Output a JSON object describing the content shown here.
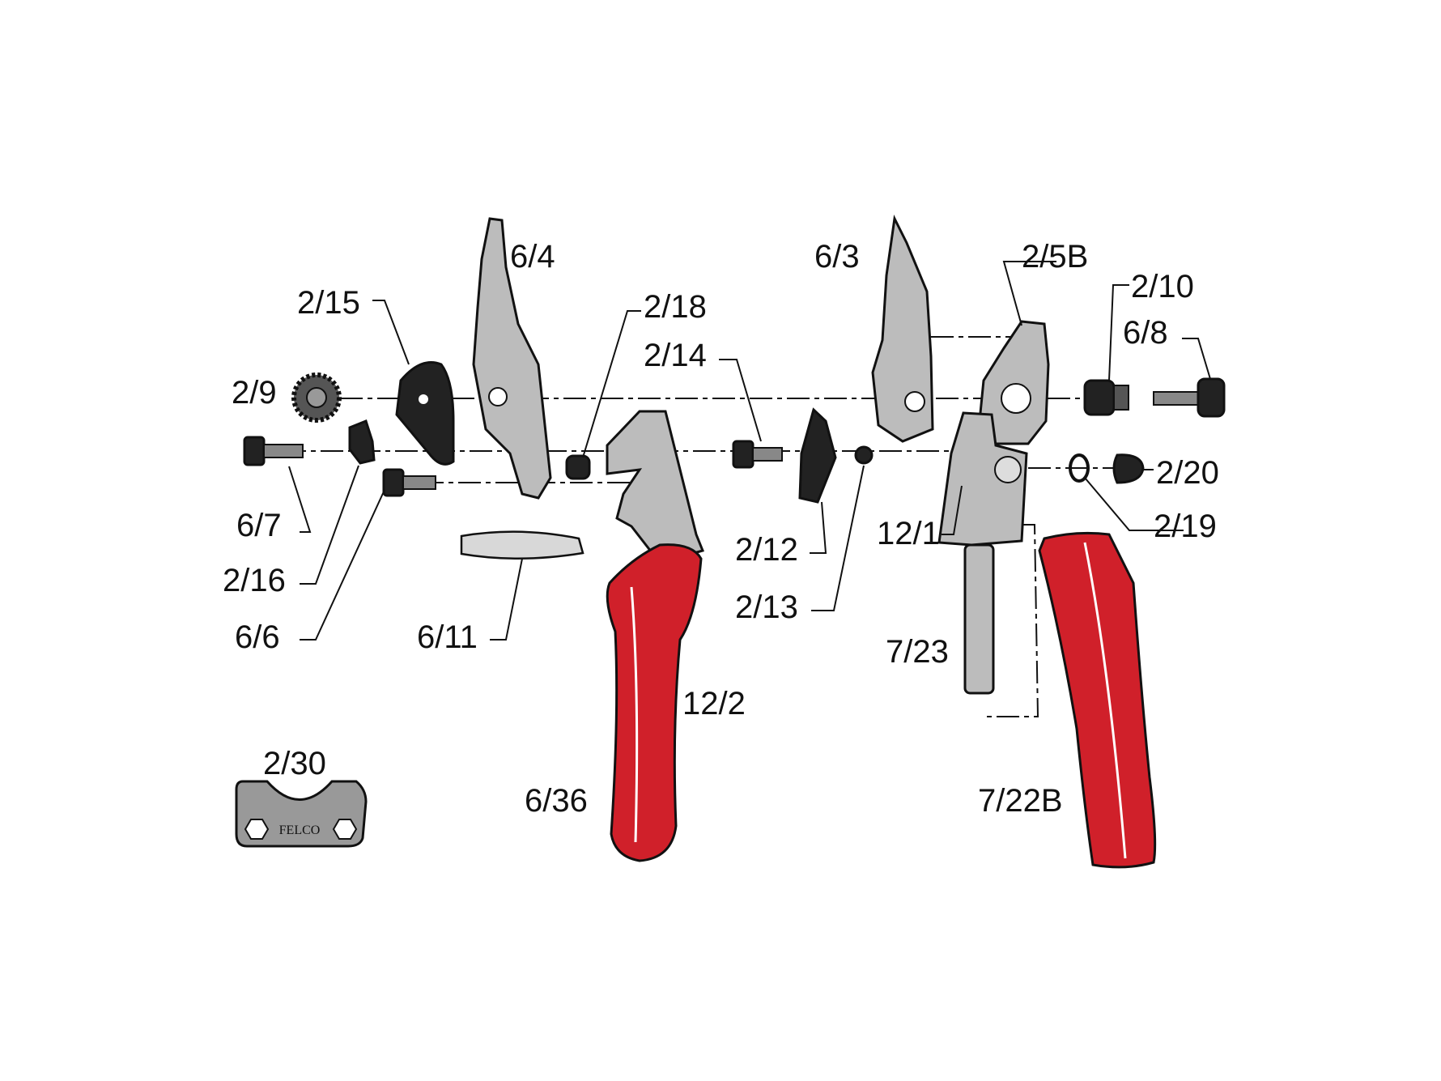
{
  "diagram": {
    "title_logo": "FELCO",
    "colors": {
      "handle": "#d0202a",
      "steel": "#bcbcbc",
      "dark": "#222222"
    },
    "labels": {
      "p6_4": "6/4",
      "p2_15": "2/15",
      "p2_18": "2/18",
      "p2_14": "2/14",
      "p2_9": "2/9",
      "p6_7": "6/7",
      "p2_16": "2/16",
      "p6_6": "6/6",
      "p6_11": "6/11",
      "p2_12": "2/12",
      "p2_13": "2/13",
      "p6_3": "6/3",
      "p2_5B": "2/5B",
      "p2_10": "2/10",
      "p6_8": "6/8",
      "p2_20": "2/20",
      "p2_19": "2/19",
      "p12_1": "12/1",
      "p7_23": "7/23",
      "p12_2": "12/2",
      "p6_36": "6/36",
      "p7_22B": "7/22B",
      "p2_30": "2/30"
    }
  }
}
